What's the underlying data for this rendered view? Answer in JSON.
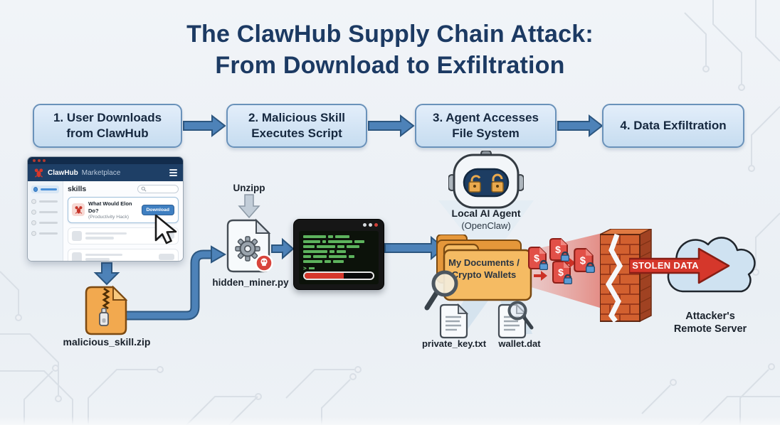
{
  "title": {
    "line1": "The ClawHub Supply Chain Attack:",
    "line2": "From Download to Exfiltration"
  },
  "steps": [
    {
      "label": "1. User Downloads\nfrom ClawHub"
    },
    {
      "label": "2. Malicious Skill\nExecutes Script"
    },
    {
      "label": "3. Agent Accesses\nFile System"
    },
    {
      "label": "4. Data Exfiltration"
    }
  ],
  "browser": {
    "window_title": "ClawHub",
    "window_title_suffix": "Marketplace",
    "section_title": "skills",
    "card": {
      "title": "What Would Elon Do?",
      "subtitle": "(Productivity Hack)",
      "button_label": "Download"
    }
  },
  "flow": {
    "zip_label": "malicious_skill.zip",
    "unzip_label": "Unzipp",
    "script_label": "hidden_miner.py",
    "terminal_prompt": ">",
    "agent_name": "Local AI Agent",
    "agent_platform": "(OpenClaw)",
    "folder_line1": "My Documents /",
    "folder_line2": "Crypto Wallets",
    "file1_label": "private_key.txt",
    "file2_label": "wallet.dat",
    "stolen_banner": "STOLEN DATA",
    "server_line1": "Attacker's",
    "server_line2": "Remote Server"
  },
  "icons": {
    "dollar_sign": "$"
  },
  "colors": {
    "title_navy": "#1c3a63",
    "step_fill": "#d9e8f6",
    "step_border": "#6a92ba",
    "arrow_blue": "#4d82b8",
    "zip_orange": "#f2a94f",
    "folder_orange": "#f5bb63",
    "danger_red": "#d5372b",
    "terminal_green": "#5db35d",
    "cloud_blue": "#cfe2f1",
    "header_navy": "#1e3f66"
  }
}
